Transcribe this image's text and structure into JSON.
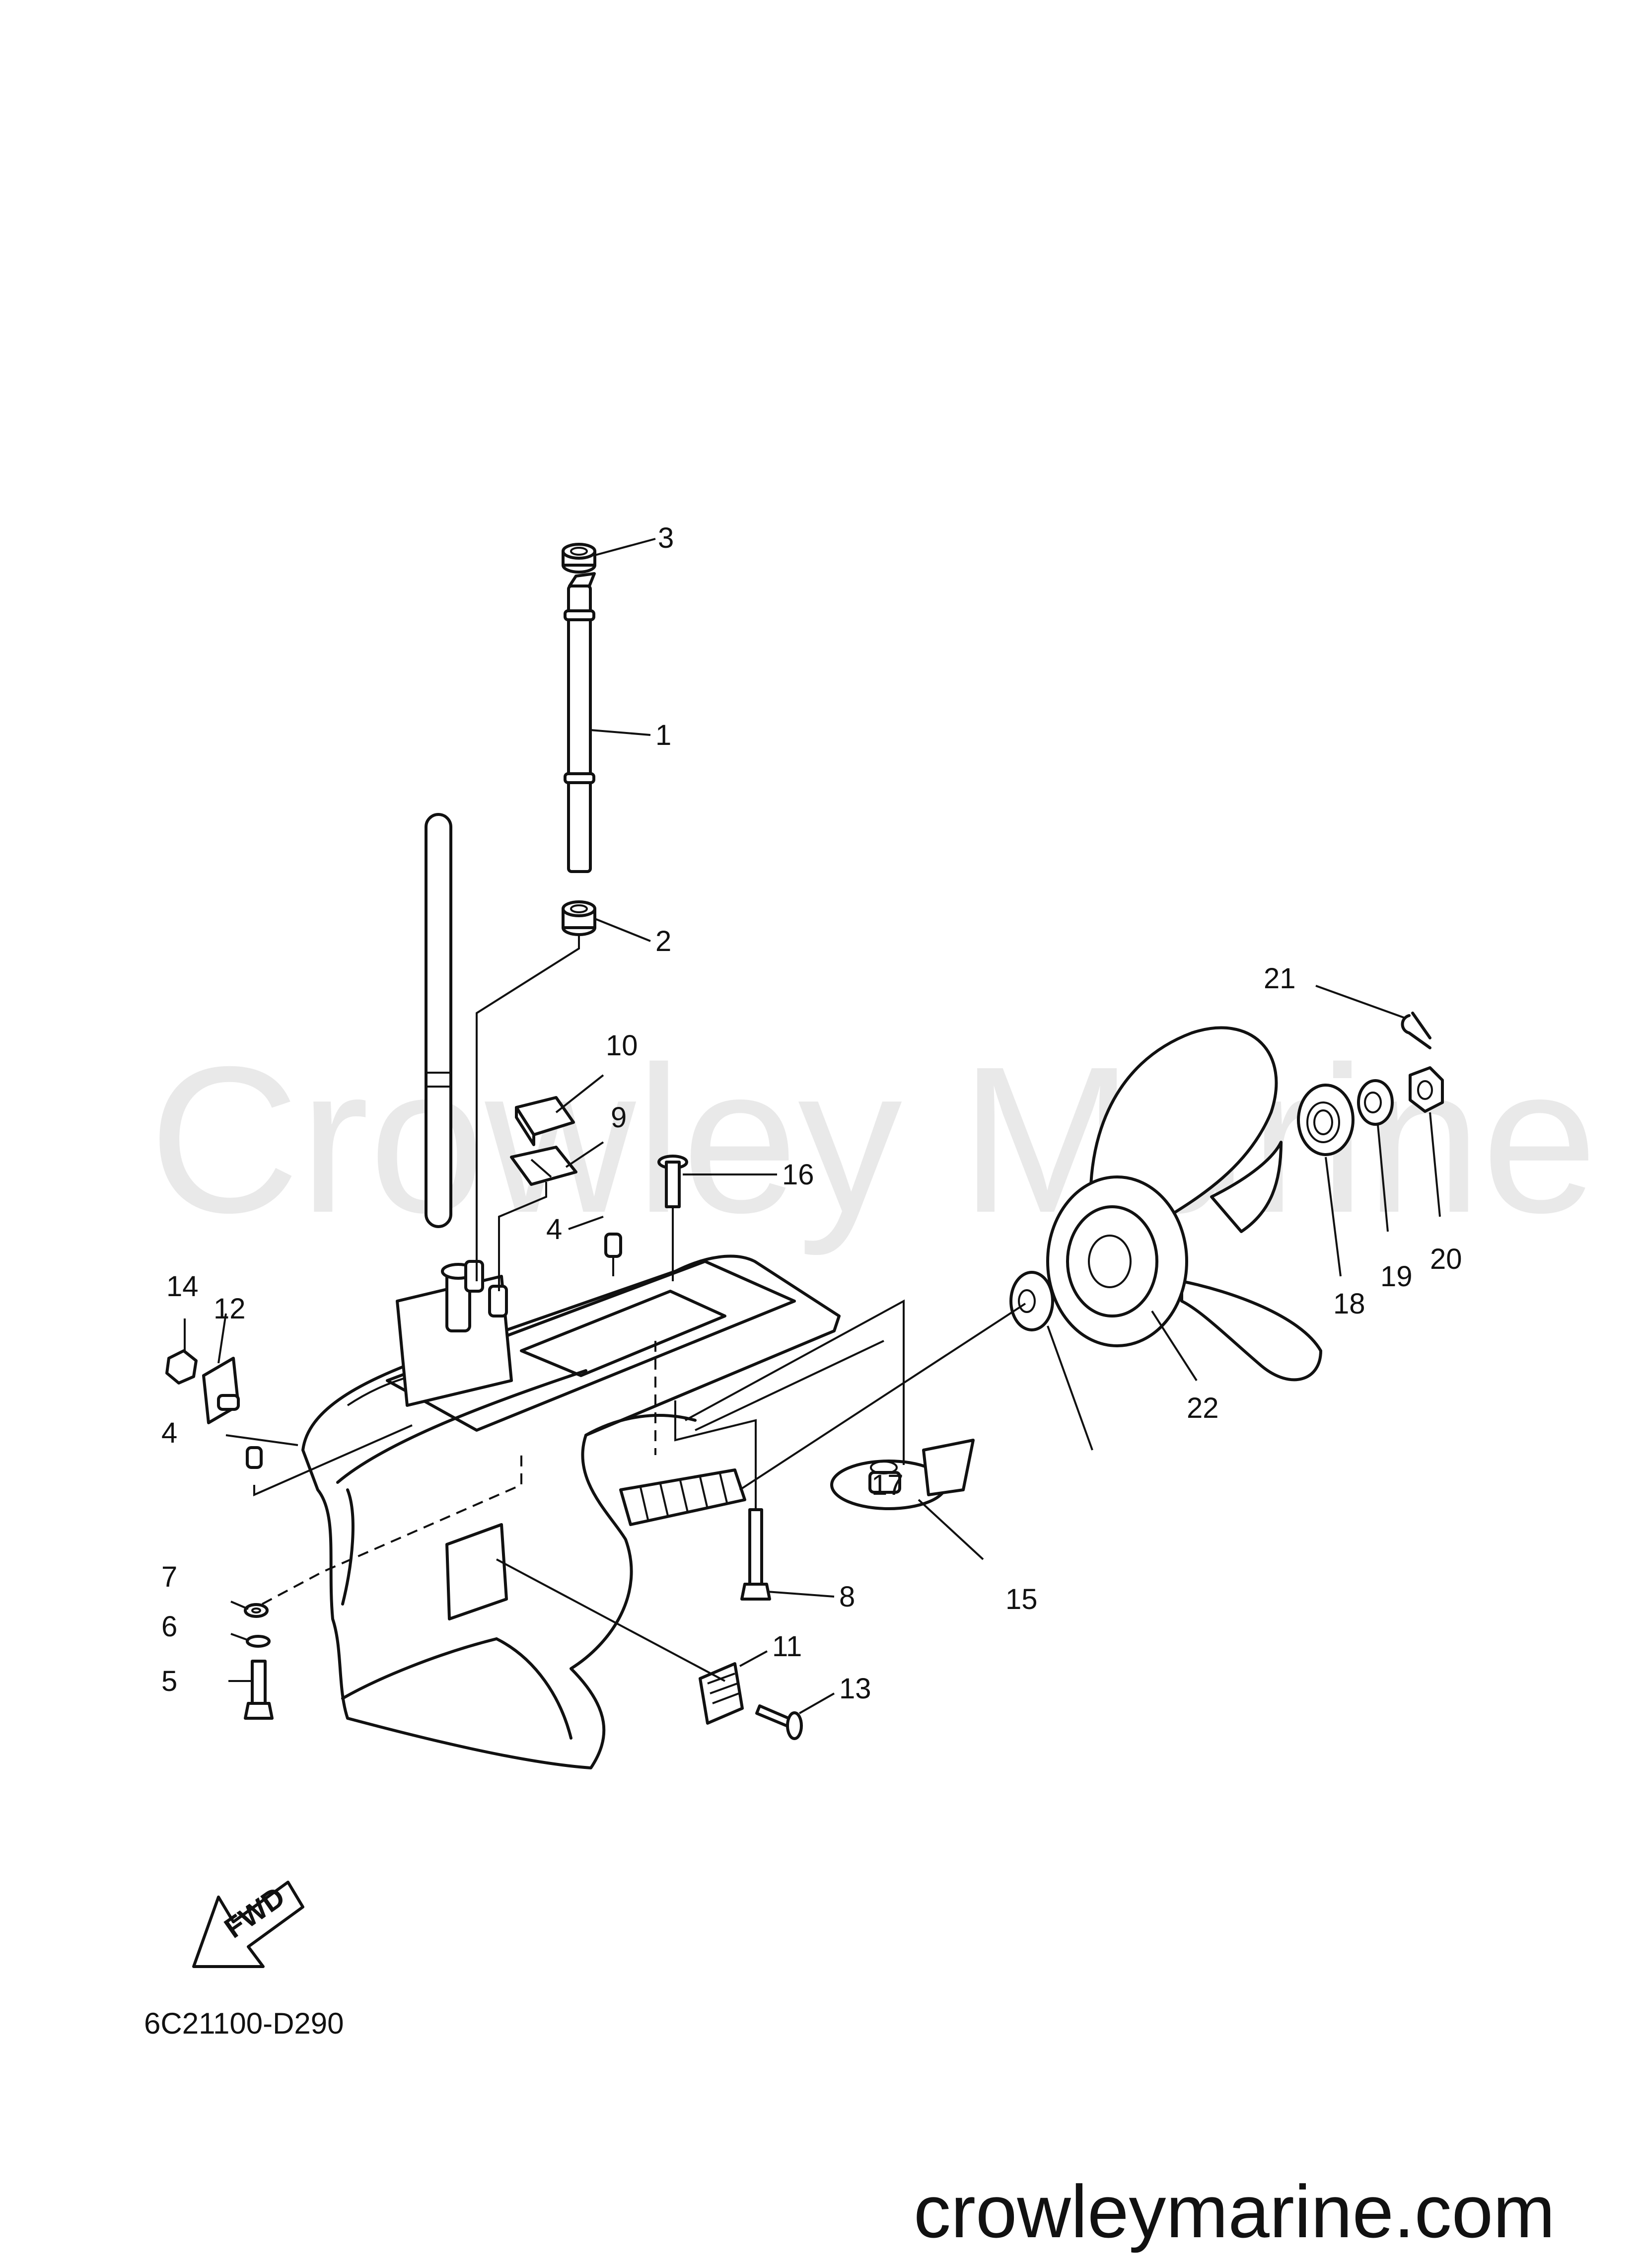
{
  "watermark": "Crowley Marine",
  "website": "crowleymarine.com",
  "diagram_code": "6C21100-D290",
  "direction_badge": "FWD",
  "callouts": [
    {
      "id": "c1",
      "label": "1"
    },
    {
      "id": "c2",
      "label": "2"
    },
    {
      "id": "c3",
      "label": "3"
    },
    {
      "id": "c4a",
      "label": "4"
    },
    {
      "id": "c4b",
      "label": "4"
    },
    {
      "id": "c5",
      "label": "5"
    },
    {
      "id": "c6",
      "label": "6"
    },
    {
      "id": "c7",
      "label": "7"
    },
    {
      "id": "c8",
      "label": "8"
    },
    {
      "id": "c9",
      "label": "9"
    },
    {
      "id": "c10",
      "label": "10"
    },
    {
      "id": "c11",
      "label": "11"
    },
    {
      "id": "c12",
      "label": "12"
    },
    {
      "id": "c13",
      "label": "13"
    },
    {
      "id": "c14",
      "label": "14"
    },
    {
      "id": "c15",
      "label": "15"
    },
    {
      "id": "c16",
      "label": "16"
    },
    {
      "id": "c17",
      "label": "17"
    },
    {
      "id": "c18",
      "label": "18"
    },
    {
      "id": "c19",
      "label": "19"
    },
    {
      "id": "c20",
      "label": "20"
    },
    {
      "id": "c21",
      "label": "21"
    },
    {
      "id": "c22",
      "label": "22"
    }
  ]
}
